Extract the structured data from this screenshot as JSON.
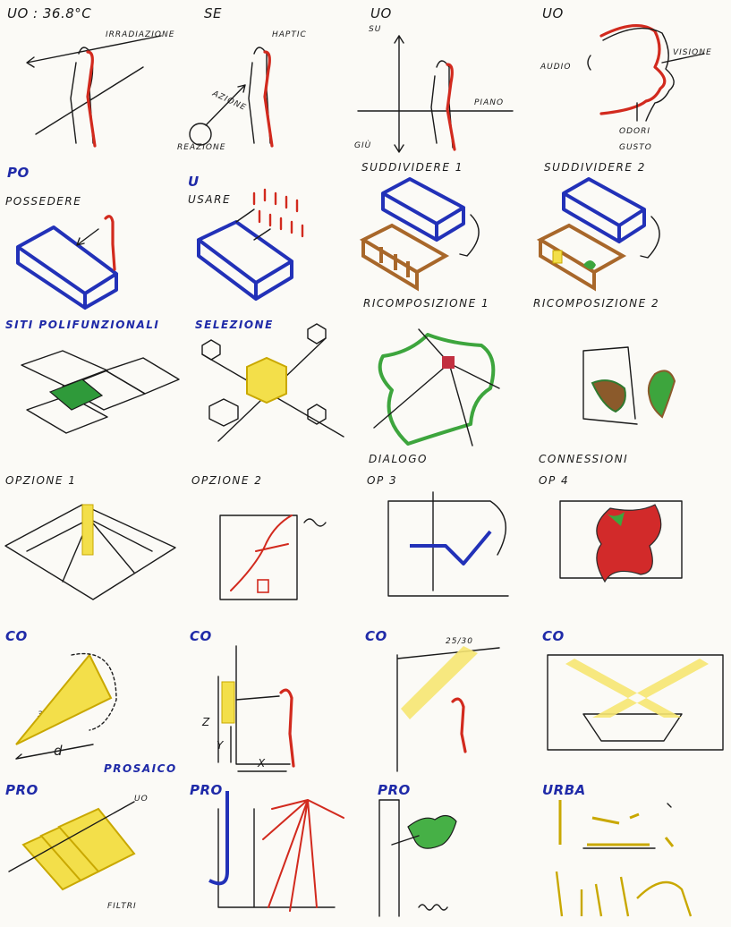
{
  "labels": {
    "r1c1_title": "UO : 36.8°C",
    "r1c1_irr": "IRRADIAZIONE",
    "r1c2_title": "SE",
    "r1c2_haptic": "HAPTIC",
    "r1c2_azione": "AZIONE",
    "r1c2_reazione": "REAZIONE",
    "r1c3_title": "UO",
    "r1c3_su": "SU",
    "r1c3_giu": "GIÙ",
    "r1c3_piano": "PIANO",
    "r1c4_title": "UO",
    "r1c4_audio": "AUDIO",
    "r1c4_visione": "VISIONE",
    "r1c4_odori": "ODORI",
    "r1c4_gusto": "GUSTO",
    "r2c1_title": "PO",
    "r2c1_sub": "POSSEDERE",
    "r2c2_title": "U",
    "r2c2_sub": "USARE",
    "r2c3_title": "SUDDIVIDERE 1",
    "r2c3_bottom": "RICOMPOSIZIONE 1",
    "r2c4_title": "SUDDIVIDERE 2",
    "r2c4_bottom": "RICOMPOSIZIONE 2",
    "r3c1_title": "SITI POLIFUNZIONALI",
    "r3c2_title": "SELEZIONE",
    "r3c3_bottom": "DIALOGO",
    "r3c4_bottom": "CONNESSIONI",
    "r4c1_title": "OPZIONE 1",
    "r4c2_title": "OPZIONE 2",
    "r4c3_title": "OP 3",
    "r4c4_title": "OP 4",
    "r5c1_title": "CO",
    "r5c1_angle": "30°",
    "r5c1_d": "d",
    "r5c1_prosaico": "PROSAICO",
    "r5c2_title": "CO",
    "r5c2_x": "X",
    "r5c2_y": "Y",
    "r5c2_z": "Z",
    "r5c3_title": "CO",
    "r5c3_angle": "25/30",
    "r5c4_title": "CO",
    "r6c1_title": "PRO",
    "r6c1_uo": "UO",
    "r6c1_filtri": "FILTRI",
    "r6c2_title": "PRO",
    "r6c3_title": "PRO",
    "r6c4_title": "URBA"
  },
  "colors": {
    "ink": "#1a1a1a",
    "red": "#d22a1e",
    "blue": "#2231b8",
    "yellow": "#f3df4a",
    "brown": "#a8672a",
    "green": "#3da53d",
    "paper": "#fbfaf6"
  }
}
